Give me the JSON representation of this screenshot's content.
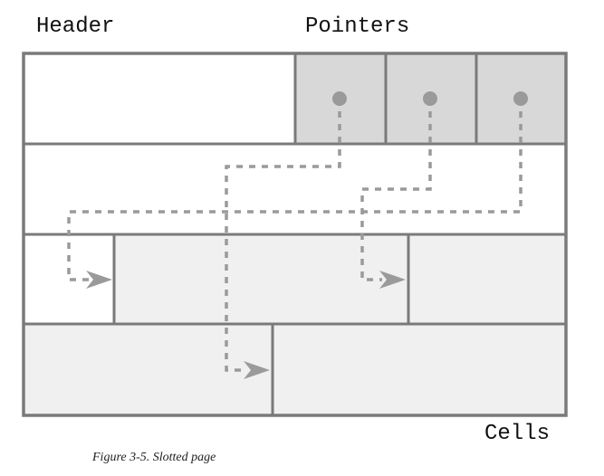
{
  "labels": {
    "header": "Header",
    "pointers": "Pointers",
    "cells": "Cells"
  },
  "caption": "Figure 3-5. Slotted page",
  "colors": {
    "border": "#7a7a7a",
    "pointer_fill": "#d8d8d8",
    "cell_fill": "#f0f0f0",
    "empty_fill": "#ffffff",
    "dot_and_arrow": "#9a9a9a",
    "text": "#111111"
  },
  "diagram": {
    "pointer_count": 3,
    "cell_count": 4
  }
}
